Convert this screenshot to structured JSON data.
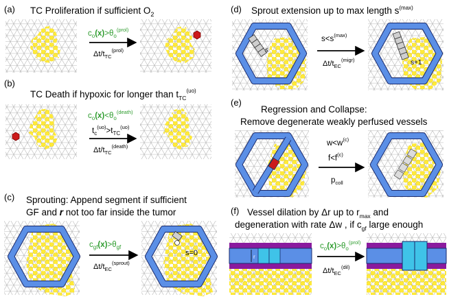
{
  "panels": {
    "a": {
      "letter": "(a)",
      "title": "TC Proliferation if sufficient O",
      "title_sub": "2",
      "cond": "c",
      "cond_sub": "o",
      "cond_x": "(x)",
      "cond_op": ">θ",
      "cond_op_sub": "o",
      "cond_sup": "(prol)",
      "rate": "Δt/t",
      "rate_sub": "TC",
      "rate_sup": "(prol)"
    },
    "b": {
      "letter": "(b)",
      "title": "TC Death if hypoxic for longer than t",
      "title_sub": "TC",
      "title_sup": "(uo)",
      "cond": "c",
      "cond_sub": "o",
      "cond_x": "(x)",
      "cond_op": "<θ",
      "cond_op_sub": "o",
      "cond_sup": "(death)",
      "cond2": "t",
      "cond2_sub": "c",
      "cond2_sup": "(uo)",
      "cond2_op": ">t",
      "cond2_op_sub": "TC",
      "cond2_op_sup": "(uo)",
      "rate": "Δt/t",
      "rate_sub": "TC",
      "rate_sup": "(death)"
    },
    "c": {
      "letter": "(c)",
      "title_line1": "Sprouting: Append segment if sufficient",
      "title_line2_a": "GF and ",
      "title_line2_r": "r",
      "title_line2_b": " not too far inside the tumor",
      "cond": "c",
      "cond_sub": "gf",
      "cond_x": "(x)",
      "cond_op": ">θ",
      "cond_op_sub": "gf",
      "rate": "Δt/t",
      "rate_sub": "EC",
      "rate_sup": "(sprout)",
      "label_s0": "s=0"
    },
    "d": {
      "letter": "(d)",
      "title": "Sprout extension up to max length s",
      "title_sup": "(max)",
      "cond": "s<s",
      "cond_sup": "(max)",
      "rate": "Δt/t",
      "rate_sub": "EC",
      "rate_sup": "(migr)",
      "label_s": "s",
      "label_s1": "s+1"
    },
    "e": {
      "letter": "(e)",
      "title_line1": "Regression and Collapse:",
      "title_line2": "Remove degenerate weakly perfused vessels",
      "cond1": "w<w",
      "cond1_sup": "(c)",
      "cond2": "f<f",
      "cond2_sup": "(c)",
      "rate": "p",
      "rate_sub": "coll"
    },
    "f": {
      "letter": "(f)",
      "title_line1_a": "Vessel dilation by Δr up to r",
      "title_line1_sub": "max",
      "title_line1_b": " and",
      "title_line2_a": "degeneration with rate Δw , if c",
      "title_line2_sub": "gf",
      "title_line2_b": " large enough",
      "cond": "c",
      "cond_sub": "o",
      "cond_x": "(x)",
      "cond_op": ">θ",
      "cond_op_sub": "o",
      "cond_sup": "(prol)",
      "rate": "Δt/t",
      "rate_sub": "EC",
      "rate_sup": "(dil)",
      "label_r": "r"
    }
  },
  "colors": {
    "condition_green": "#2e9c2e",
    "tumor_yellow": "#ffea3a",
    "vessel_blue": "#5b8fe6",
    "vessel_dark": "#1a2a6c",
    "vessel_cyan": "#3fc3e8",
    "wall_purple": "#8a1a9e",
    "cell_red": "#cc1a1a",
    "grid_gray": "#b8b8b8"
  }
}
